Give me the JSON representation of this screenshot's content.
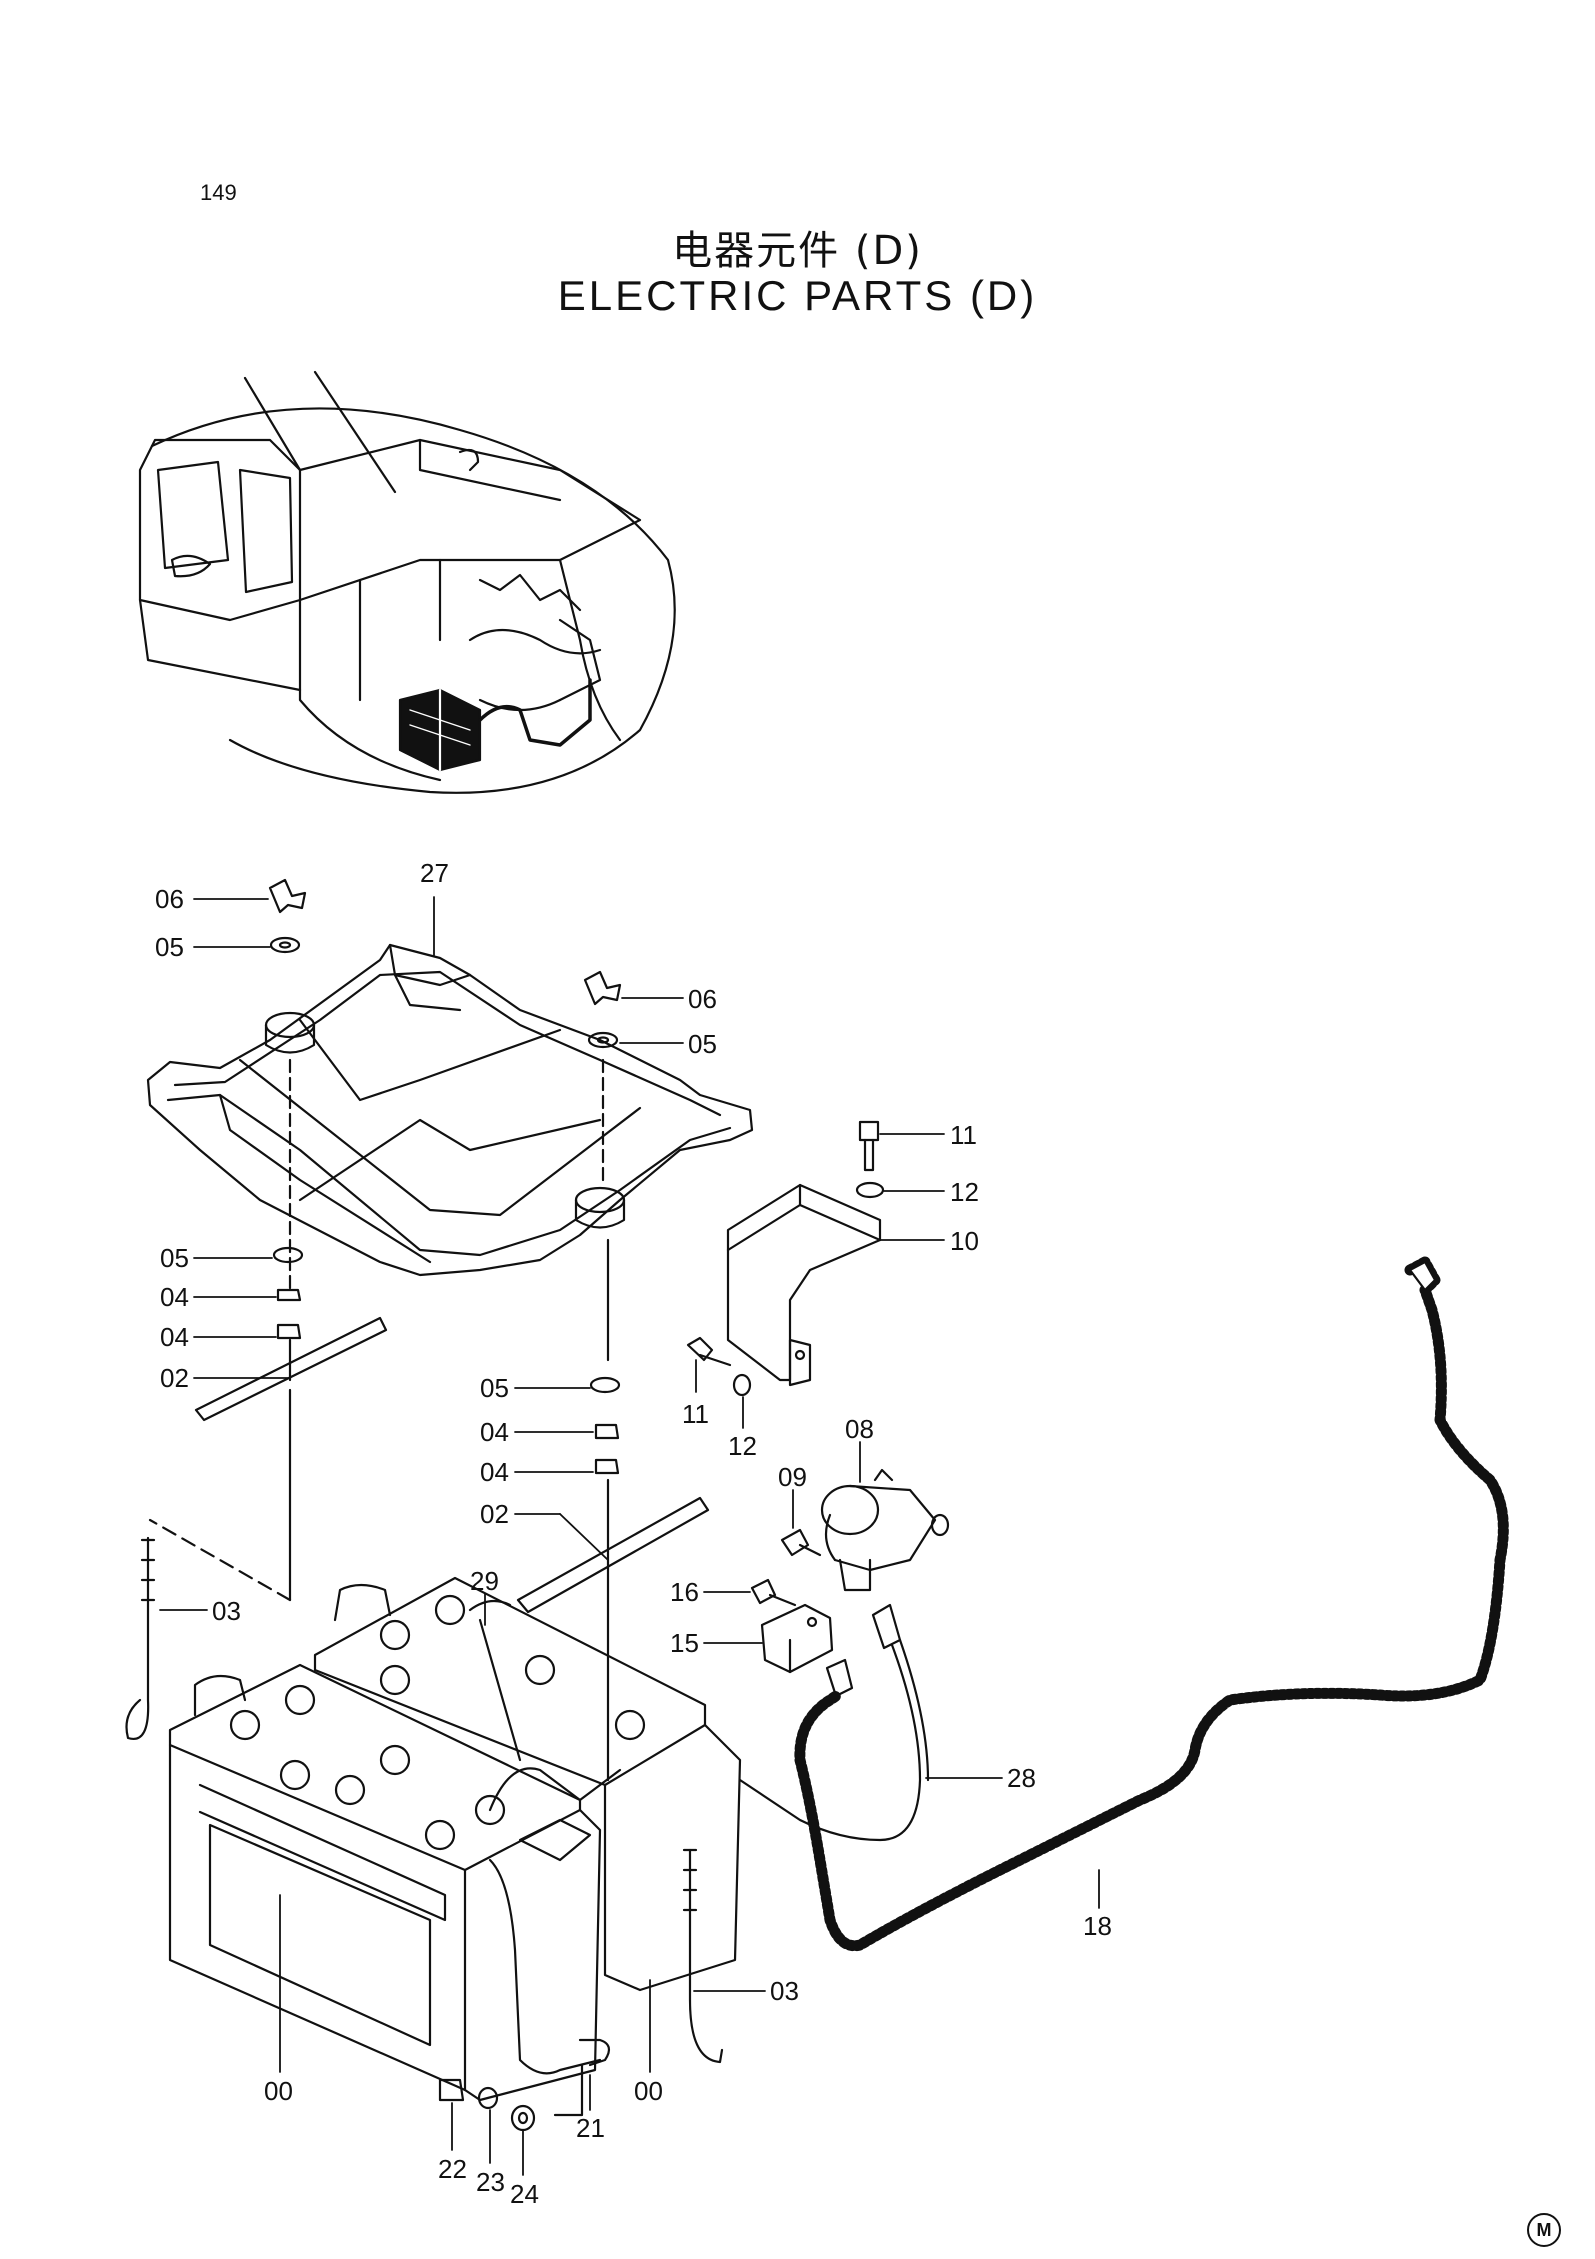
{
  "page": {
    "number": "149",
    "title_cn": "电器元件 (D)",
    "title_en": "ELECTRIC PARTS (D)",
    "corner_mark": "M"
  },
  "callouts": {
    "c06a": "06",
    "c05a": "05",
    "c27": "27",
    "c06b": "06",
    "c05b": "05",
    "c11a": "11",
    "c12a": "12",
    "c10": "10",
    "c05c": "05",
    "c04a": "04",
    "c04b": "04",
    "c02a": "02",
    "c05d": "05",
    "c04c": "04",
    "c04d": "04",
    "c02b": "02",
    "c11b": "11",
    "c12b": "12",
    "c08": "08",
    "c09": "09",
    "c16": "16",
    "c15": "15",
    "c29": "29",
    "c03a": "03",
    "c28": "28",
    "c18": "18",
    "c03b": "03",
    "c00a": "00",
    "c00b": "00",
    "c21": "21",
    "c22": "22",
    "c23": "23",
    "c24": "24"
  }
}
